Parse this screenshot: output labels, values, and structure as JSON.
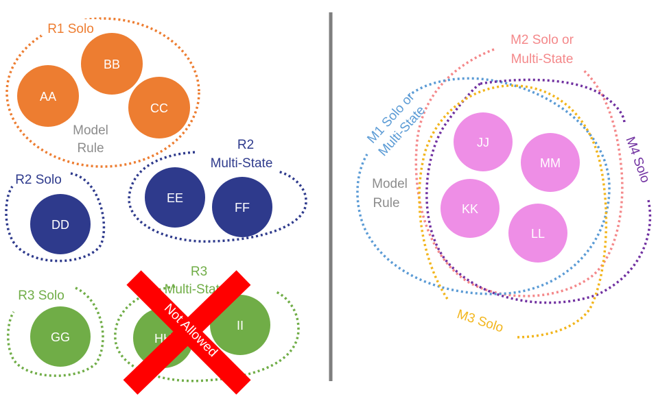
{
  "colors": {
    "orange": "#ED7D31",
    "navy": "#2E3A8C",
    "green": "#70AD47",
    "pink": "#EE8EE6",
    "salmon": "#F4888A",
    "blue": "#5B9BD5",
    "purple": "#7030A0",
    "gold": "#F2B51C",
    "gray_text": "#8C8C8C",
    "red": "#FF0000",
    "divider": "#7F7F7F"
  },
  "left": {
    "r1": {
      "group_label": "R1 Solo",
      "note_line1": "Model",
      "note_line2": "Rule",
      "nodes": [
        "AA",
        "BB",
        "CC"
      ]
    },
    "r2_solo": {
      "group_label": "R2 Solo",
      "nodes": [
        "DD"
      ]
    },
    "r2_multi": {
      "label_line1": "R2",
      "label_line2": "Multi-State",
      "nodes": [
        "EE",
        "FF"
      ]
    },
    "r3_solo": {
      "group_label": "R3 Solo",
      "nodes": [
        "GG"
      ]
    },
    "r3_multi": {
      "label_line1": "R3",
      "label_line2": "Multi-State",
      "nodes": [
        "HH",
        "II"
      ],
      "cross_label": "Not Allowed"
    }
  },
  "right": {
    "m1": {
      "label_line1": "M1 Solo or",
      "label_line2": "Multi-State"
    },
    "m2": {
      "label_line1": "M2 Solo or",
      "label_line2": "Multi-State"
    },
    "m3": {
      "label": "M3 Solo"
    },
    "m4": {
      "label": "M4 Solo"
    },
    "note_line1": "Model",
    "note_line2": "Rule",
    "nodes": [
      "JJ",
      "MM",
      "KK",
      "LL"
    ]
  }
}
